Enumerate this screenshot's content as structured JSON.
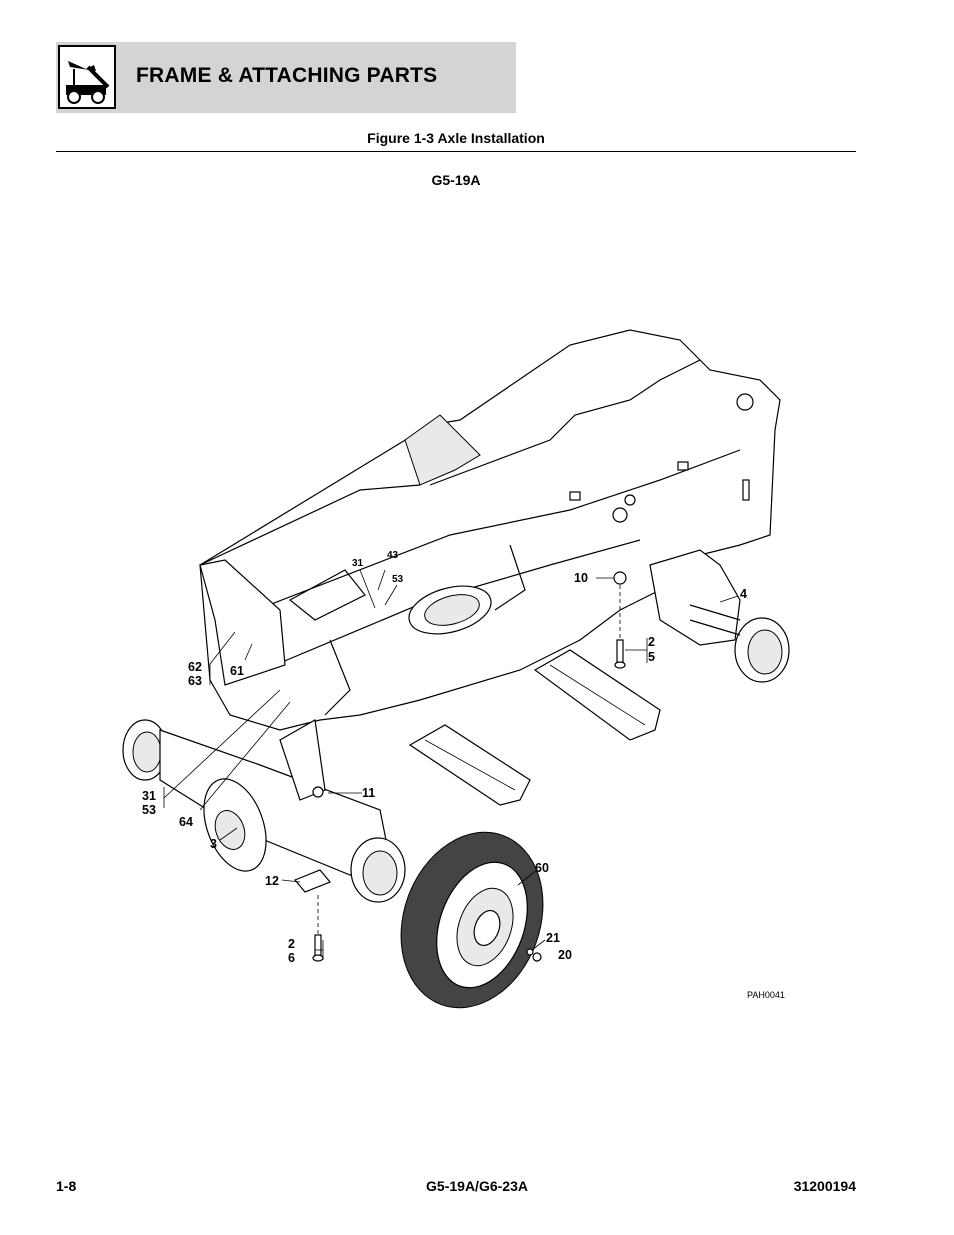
{
  "header": {
    "title": "FRAME & ATTACHING PARTS",
    "icon": "telehandler-icon"
  },
  "figure": {
    "caption": "Figure 1-3 Axle Installation",
    "model": "G5-19A",
    "drawing_id": "PAH0041"
  },
  "callouts": {
    "c31_top": "31",
    "c43": "43",
    "c53_top": "53",
    "c10": "10",
    "c4": "4",
    "c2_right": "2",
    "c5": "5",
    "c62": "62",
    "c63": "63",
    "c61": "61",
    "c31_left": "31",
    "c53_left": "53",
    "c64": "64",
    "c3": "3",
    "c11": "11",
    "c12": "12",
    "c60": "60",
    "c21": "21",
    "c20": "20",
    "c2_bottom": "2",
    "c6": "6"
  },
  "footer": {
    "page": "1-8",
    "models": "G5-19A/G6-23A",
    "doc_number": "31200194"
  }
}
